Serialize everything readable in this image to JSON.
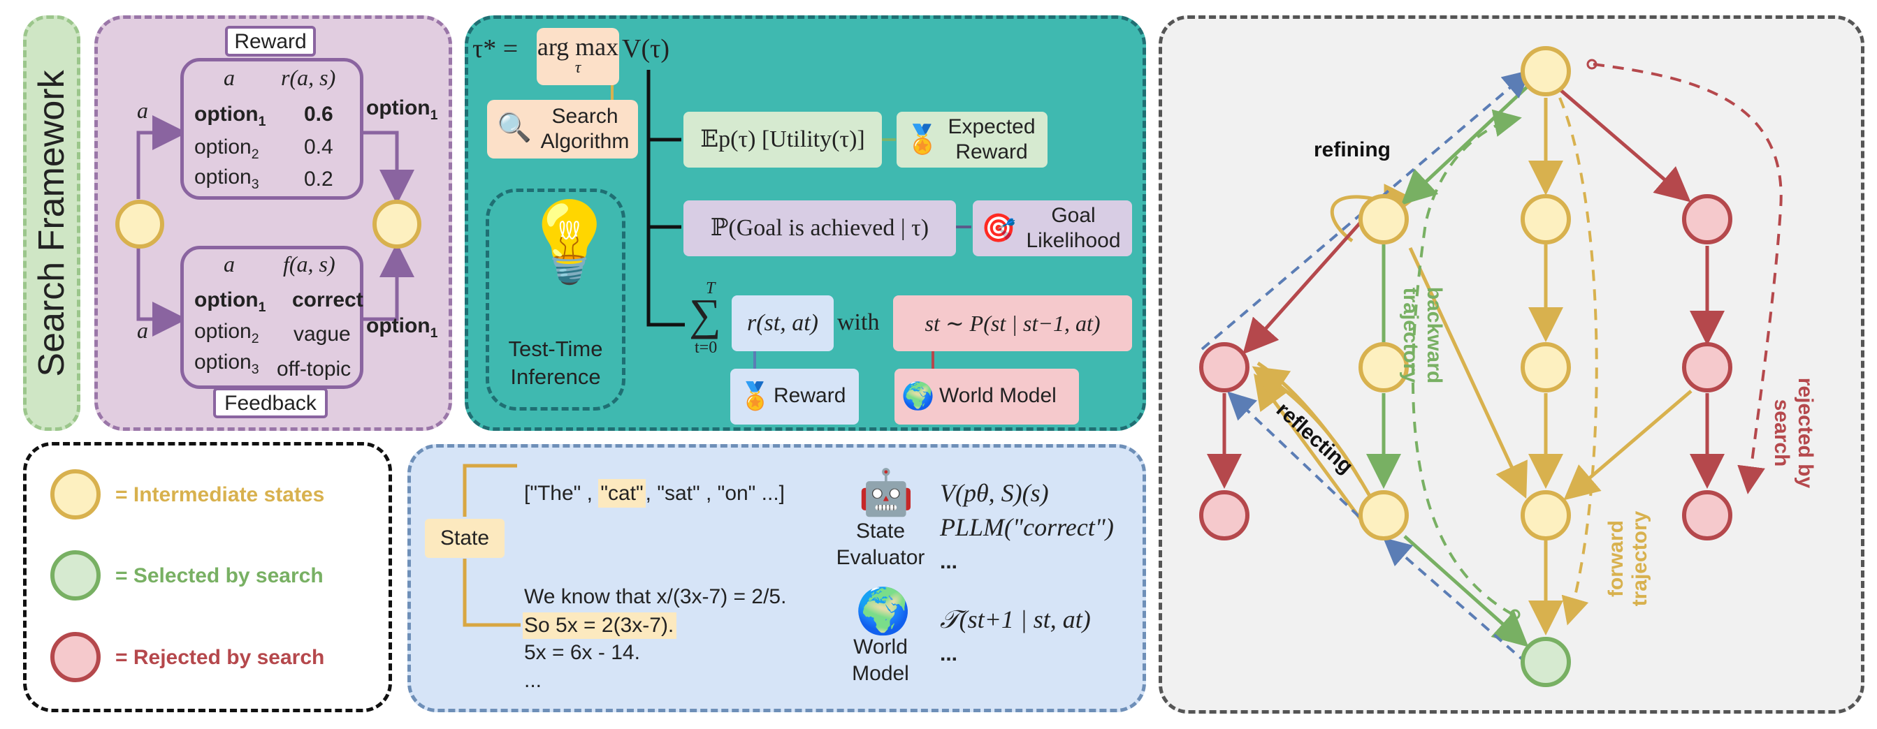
{
  "colors": {
    "intermediate": "#d8b14e",
    "selected": "#78b063",
    "rejected": "#b5484c",
    "frame_green": "#cfe6c5",
    "purple_bg": "#e1cde0",
    "teal_bg": "#3fb9b0",
    "blue_bg": "#d6e4f7"
  },
  "title": "Search Framework",
  "reward_table": {
    "label": "Reward",
    "headers": [
      "a",
      "r(a, s)"
    ],
    "rows": [
      [
        "option",
        "1",
        "0.6"
      ],
      [
        "option",
        "2",
        "0.4"
      ],
      [
        "option",
        "3",
        "0.2"
      ]
    ],
    "edge_label": "a",
    "out_label": "option",
    "out_sub": "1"
  },
  "feedback_table": {
    "label": "Feedback",
    "headers": [
      "a",
      "f(a, s)"
    ],
    "rows": [
      [
        "option",
        "1",
        "correct"
      ],
      [
        "option",
        "2",
        "vague"
      ],
      [
        "option",
        "3",
        "off-topic"
      ]
    ],
    "edge_label": "a",
    "out_label": "option",
    "out_sub": "1"
  },
  "objective": {
    "tau": "τ* = ",
    "argmax": "arg max",
    "argmax_sub": "τ",
    "value": "V(τ)"
  },
  "search_algorithm": "Search Algorithm",
  "test_time": "Test-Time Inference",
  "formulas": {
    "expected": "𝔼p(τ) [Utility(τ)]",
    "expected_label": "Expected Reward",
    "goal": "ℙ(Goal is achieved | τ)",
    "goal_label": "Goal Likelihood",
    "sum_top": "T",
    "sum_bottom": "t=0",
    "reward_term": "r(st, at)",
    "with": "with",
    "transition": "st ∼ P(st | st−1, at)",
    "reward_label": "Reward",
    "world_label": "World Model"
  },
  "legend": [
    {
      "text": "= Intermediate states",
      "kind": "intermediate"
    },
    {
      "text": "= Selected by search",
      "kind": "selected"
    },
    {
      "text": "= Rejected by search",
      "kind": "rejected"
    }
  ],
  "state_panel": {
    "state_label": "State",
    "tokens_pre": "[\"The\" , ",
    "tokens_hl": "\"cat\"",
    "tokens_post": ", \"sat\" , \"on\" ...]",
    "lines": [
      "We know that x/(3x-7) = 2/5.",
      "So 5x = 2(3x-7).",
      "5x = 6x - 14.",
      "..."
    ],
    "evaluator_label": "State Evaluator",
    "world_model_label": "World Model",
    "eval_f1": "V(pθ, S)(s)",
    "eval_f2": "PLLM(\"correct\")",
    "eval_f3": "...",
    "wm_f1": "𝒯(st+1 | st, at)",
    "wm_f2": "..."
  },
  "tree": {
    "refining": "refining",
    "reflecting": "reflecting",
    "backward": "backward trajectory",
    "forward": "forward trajectory",
    "rejected": "rejected by search"
  }
}
